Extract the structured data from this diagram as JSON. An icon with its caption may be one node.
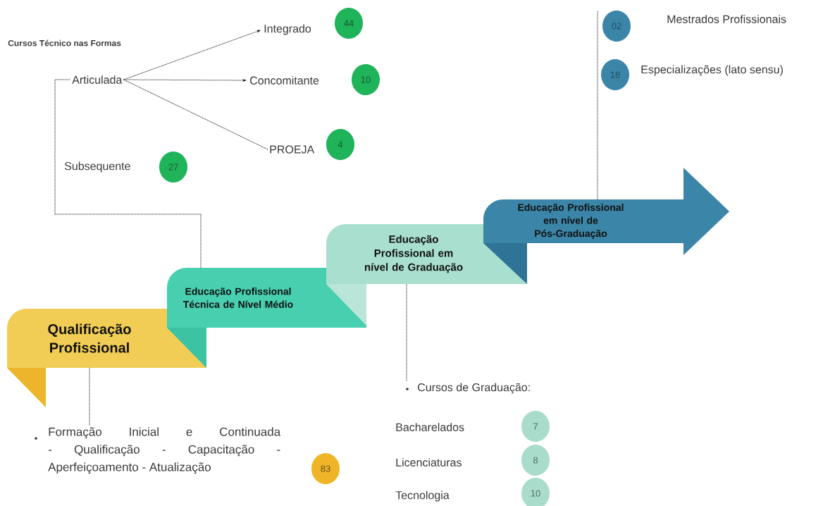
{
  "diagram": {
    "nodes": [
      {
        "text": [
          "Qualificação Profissional"
        ]
      },
      {
        "text": [
          "Educação Profissional Técnica de Nível Médio"
        ]
      },
      {
        "text": [
          "Educação Profissional em nível de Graduação"
        ]
      },
      {
        "text": [
          "Educação Profissional em nível de Pós-Graduação"
        ]
      },
      {
        "text": [
          "Articulada"
        ]
      },
      {
        "text": [
          "Integrado"
        ]
      },
      {
        "text": [
          "44"
        ]
      },
      {
        "text": [
          "Concomitante"
        ]
      },
      {
        "text": [
          "10"
        ]
      },
      {
        "text": [
          "PROEJA"
        ]
      },
      {
        "text": [
          "4"
        ]
      },
      {
        "text": [
          "27"
        ]
      },
      {
        "text": [
          "02"
        ]
      },
      {
        "text": [
          "18"
        ]
      },
      {
        "text": [
          "Formação Inicial e Continuada - Qualificação - Capacitação - Aperfeiçoamento - Atualização"
        ]
      },
      {
        "text": [
          "83"
        ]
      },
      {
        "text": [
          "Cursos de Graduação:"
        ]
      },
      {
        "text": [
          "7"
        ]
      },
      {
        "text": [
          "8"
        ]
      },
      {
        "text": [
          "10"
        ]
      }
    ],
    "edges": [
      {
        "from": 1,
        "to": 4,
        "arrow": "none",
        "style": "dashed"
      },
      {
        "from": 4,
        "to": 5,
        "arrow": "to",
        "style": "dashed"
      },
      {
        "from": 4,
        "to": 7,
        "arrow": "to",
        "style": "dashed"
      },
      {
        "from": 4,
        "to": 9,
        "arrow": "none",
        "style": "dashed"
      },
      {
        "from": 0,
        "to": 14,
        "arrow": "none",
        "style": "dashed"
      },
      {
        "from": 2,
        "to": 16,
        "arrow": "none",
        "style": "dashed"
      },
      {
        "from": 3,
        "to": 12,
        "arrow": "none",
        "style": "dashed"
      }
    ],
    "labels": [
      "Cursos Técnico nas Formas",
      "Subsequente",
      "Mestrados Profissionais",
      "Especializações (lato sensu)",
      "Bacharelados",
      "Licenciaturas",
      "Tecnologia"
    ]
  }
}
